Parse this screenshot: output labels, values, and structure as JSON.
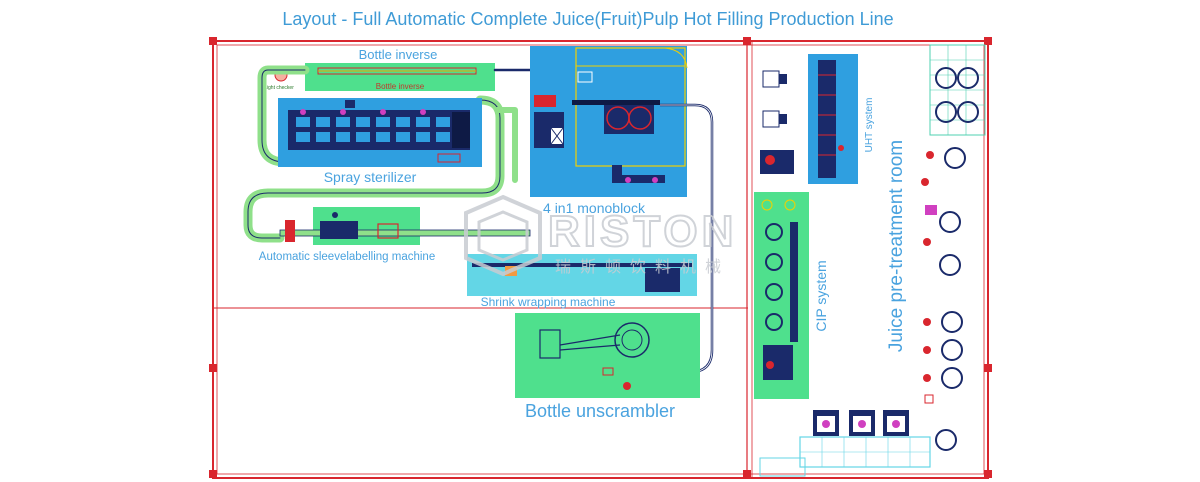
{
  "title": "Layout - Full Automatic Complete Juice(Fruit)Pulp Hot Filling Production Line",
  "colors": {
    "title_blue": "#3f9bd6",
    "label_blue": "#4aa3df",
    "wall_red": "#d9262e",
    "zone_green": "#4fe08d",
    "zone_blue": "#2f9fe0",
    "zone_cyan": "#63d6e6",
    "conveyor_green": "#8fe08a",
    "machine_dark": "#1a2a6a",
    "watermark": "#c8ccd2"
  },
  "areas": {
    "bottle_inverse": {
      "label": "Bottle inverse",
      "sub_label": "Bottle inverse",
      "device_label": "Light checker"
    },
    "spray_sterilizer": {
      "label": "Spray sterilizer"
    },
    "monoblock": {
      "label": "4 in1 monoblock"
    },
    "sleeve_labelling": {
      "label": "Automatic sleevelabelling machine"
    },
    "shrink_wrapping": {
      "label": "Shrink wrapping machine"
    },
    "bottle_unscrambler": {
      "label": "Bottle unscrambler"
    },
    "uht_system": {
      "label": "UHT system"
    },
    "cip_system": {
      "label": "CIP system"
    },
    "pretreatment_room": {
      "label": "Juice pre-treatment room"
    }
  },
  "watermark": {
    "brand": "RISTON",
    "chinese": "瑞斯顿饮料机械"
  }
}
